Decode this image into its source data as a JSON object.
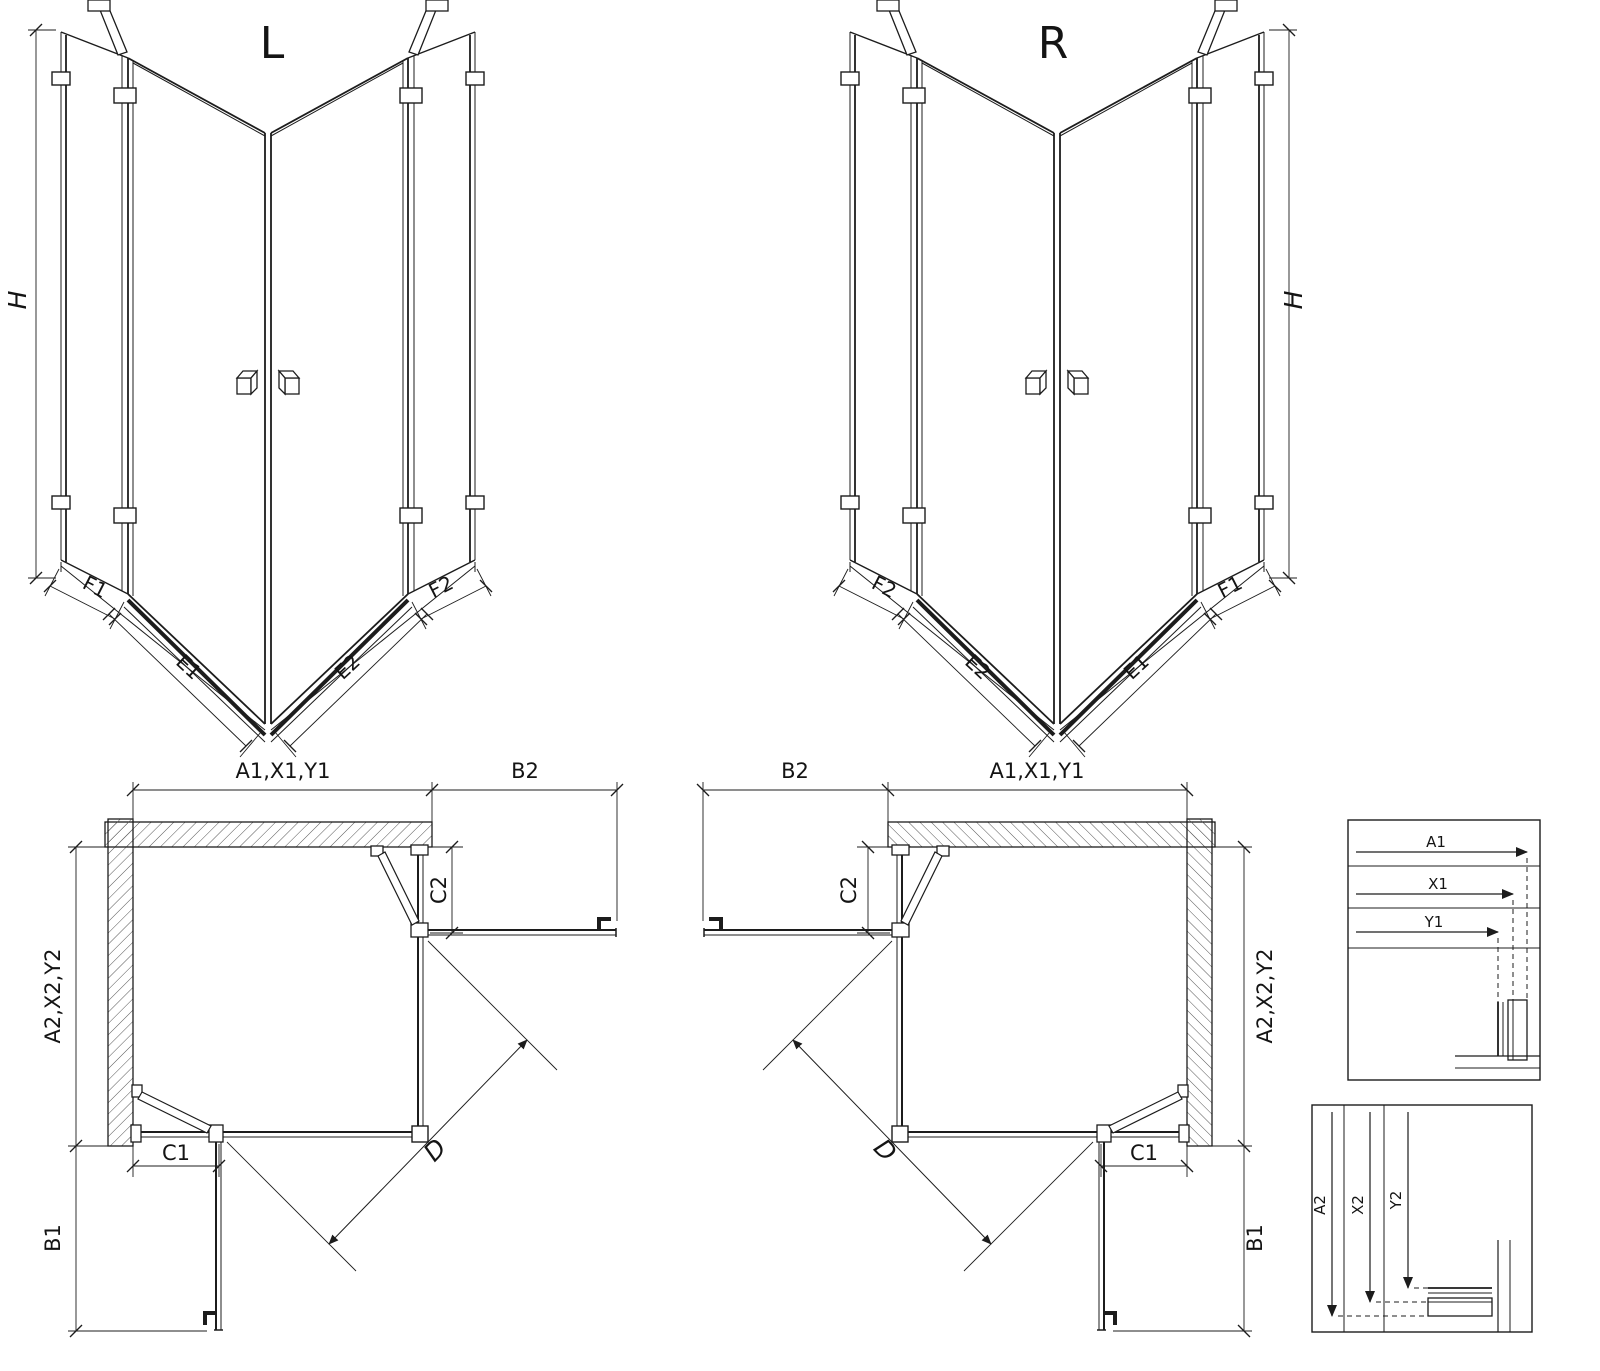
{
  "figure": {
    "left_unit": {
      "variant_label": "L",
      "height_label": "H",
      "bottom_labels": [
        "F1",
        "E1",
        "E2",
        "F2"
      ]
    },
    "right_unit": {
      "variant_label": "R",
      "height_label": "H",
      "bottom_labels": [
        "F2",
        "E2",
        "E1",
        "F1"
      ]
    },
    "left_plan": {
      "width_label": "A1,X1,Y1",
      "side_label": "B2",
      "fixed_top_label": "C2",
      "depth_label": "A2,X2,Y2",
      "fixed_bottom_label": "C1",
      "bottom_label": "B1",
      "diagonal_label": "D"
    },
    "right_plan": {
      "width_label": "A1,X1,Y1",
      "side_label": "B2",
      "fixed_top_label": "C2",
      "depth_label": "A2,X2,Y2",
      "fixed_bottom_label": "C1",
      "bottom_label": "B1",
      "diagonal_label": "D"
    },
    "detail_width": {
      "labels": [
        "A1",
        "X1",
        "Y1"
      ]
    },
    "detail_depth": {
      "labels": [
        "A2",
        "X2",
        "Y2"
      ]
    }
  }
}
